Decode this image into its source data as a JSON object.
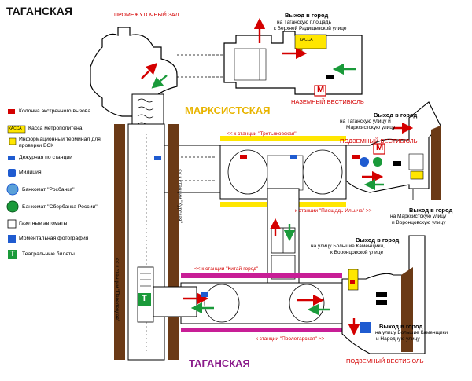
{
  "title_top": "ТАГАНСКАЯ",
  "title_bottom": "ТАГАНСКАЯ",
  "station_middle": "МАРКСИСТСКАЯ",
  "hall_label": "ПРОМЕЖУТОЧНЫЙ ЗАЛ",
  "ground_vestibule": "НАЗЕМНЫЙ ВЕСТИБЮЛЬ",
  "underground_vestibule_1": "ПОДЗЕМНЫЙ ВЕСТИБЮЛЬ",
  "underground_vestibule_2": "ПОДЗЕМНЫЙ ВЕСТИБЮЛЬ",
  "kassa_label": "КАССА",
  "metro_letter": "M",
  "theatre_letter": "T",
  "exit_header": "Выход в город",
  "exits": [
    {
      "line1": "на Таганскую площадь",
      "line2": "к Верхней Радищевской улице"
    },
    {
      "line1": "на Таганскую улицу и",
      "line2": "Марксистскую улицу"
    },
    {
      "line1": "на Марксистскую улицу",
      "line2": "и Воронцовскую улицу"
    },
    {
      "line1": "на улицу Большие Каменщики,",
      "line2": "к Воронцовской улице"
    },
    {
      "line1": "на улицу Большие Каменщики",
      "line2": "и Народную улицу"
    }
  ],
  "directions": {
    "tretyakovskaya": "<< к станции \"Третьяковская\"",
    "ilyicha": "к станции \"Площадь Ильича\" >>",
    "kitay_gorod": "<< к станции \"Китай-город\"",
    "proletarskaya": "к станции \"Пролетарская\" >>",
    "kurskaya": "<< к станции \"Курская\"",
    "paveletskaya": "<< к станции \"Павелецкая\""
  },
  "legend": [
    {
      "icon": "emergency-call-icon",
      "text": "Колонна экстренного вызова"
    },
    {
      "icon": "ticket-office-icon",
      "text": "Касса метрополитена"
    },
    {
      "icon": "info-terminal-icon",
      "text": "Информационный терминал для проверки БСК"
    },
    {
      "icon": "station-attendant-icon",
      "text": "Дежурная по станции"
    },
    {
      "icon": "police-icon",
      "text": "Милиция"
    },
    {
      "icon": "rosbank-atm-icon",
      "text": "Банкомат \"Росбанка\""
    },
    {
      "icon": "sberbank-atm-icon",
      "text": "Банкомат \"Сбербанка России\""
    },
    {
      "icon": "newspaper-machine-icon",
      "text": "Газетные автоматы"
    },
    {
      "icon": "photo-booth-icon",
      "text": "Моментальная фотография"
    },
    {
      "icon": "theatre-tickets-icon",
      "text": "Театральные билеты"
    }
  ],
  "colors": {
    "yellow": "#ffe600",
    "magenta": "#c81e96",
    "brown": "#6b3a16",
    "red": "#d40000",
    "green": "#1a9a3a",
    "blue": "#1f5bd0",
    "station_blue": "#1d2fb8",
    "station_orange": "#e8b400",
    "station_purple": "#8a1a8a"
  }
}
